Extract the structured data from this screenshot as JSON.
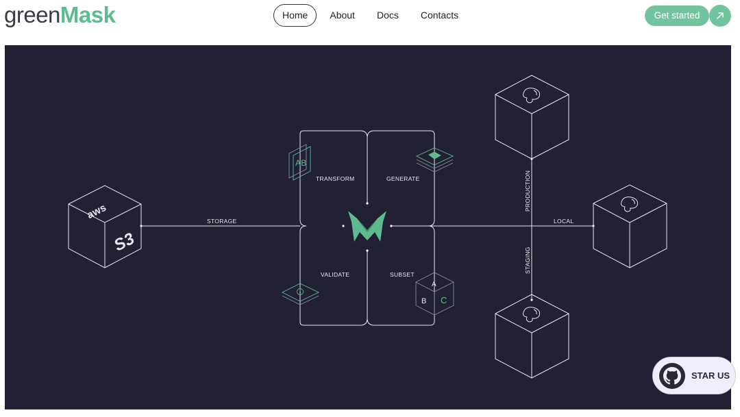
{
  "brand": {
    "logo_lead": "green",
    "logo_mark": "M",
    "logo_tail": "ask"
  },
  "nav": {
    "items": [
      {
        "label": "Home",
        "active": true
      },
      {
        "label": "About",
        "active": false
      },
      {
        "label": "Docs",
        "active": false
      },
      {
        "label": "Contacts",
        "active": false
      }
    ]
  },
  "cta": {
    "label": "Get started",
    "arrow_icon": "arrow-up-right-icon"
  },
  "diagram": {
    "center_icon": "greenmask-logo-icon",
    "source": {
      "label": "STORAGE",
      "cube_text_top": "aws",
      "cube_text_side": "S3"
    },
    "operations": {
      "transform": "TRANSFORM",
      "generate": "GENERATE",
      "validate": "VALIDATE",
      "subset": "SUBSET"
    },
    "subset_letters": [
      "A",
      "B",
      "C"
    ],
    "transform_letters": "AB",
    "targets": {
      "production": "PRODUCTION",
      "local": "LOCAL",
      "staging": "STAGING"
    },
    "target_icon": "postgresql-elephant-icon"
  },
  "star_button": {
    "label": "STAR US",
    "icon": "github-icon"
  },
  "colors": {
    "accent": "#72c49c",
    "hero_bg": "#222033",
    "line": "#e6e6ee"
  }
}
